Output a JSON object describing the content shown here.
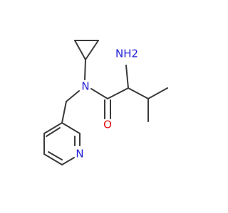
{
  "colors": {
    "bond": "#3a3a3a",
    "carbon": "#3a3a3a",
    "nitrogen": "#1f1fd6",
    "oxygen": "#e01010"
  },
  "atoms": [
    {
      "id": "nh2",
      "label": "NH2",
      "element": "N"
    },
    {
      "id": "n_amide",
      "label": "N",
      "element": "N"
    },
    {
      "id": "o_carbonyl",
      "label": "O",
      "element": "O"
    },
    {
      "id": "n_pyridine",
      "label": "N",
      "element": "N"
    }
  ]
}
